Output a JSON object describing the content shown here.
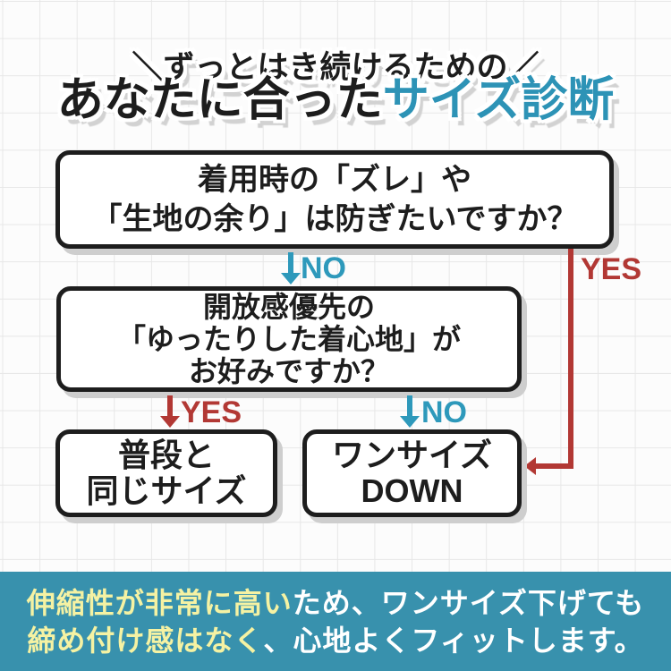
{
  "header": {
    "tagline": "＼ずっとはき続けるための／",
    "title": {
      "black": "あなたに合った",
      "accent": "サイズ診断"
    }
  },
  "flow": {
    "q1": {
      "lines": [
        "着用時の「ズレ」や",
        "「生地の余り」は防ぎたいですか？"
      ]
    },
    "q2": {
      "lines": [
        "開放感優先の",
        "「ゆったりした着心地」が",
        "お好みですか？"
      ]
    },
    "result_same": {
      "lines": [
        "普段と",
        "同じサイズ"
      ]
    },
    "result_down": {
      "lines": [
        "ワンサイズ",
        "DOWN"
      ]
    },
    "labels": {
      "q1_no": "NO",
      "q1_yes": "YES",
      "q2_yes": "YES",
      "q2_no": "NO"
    }
  },
  "banner": {
    "line1_highlight": "伸縮性が非常に高い",
    "line1_rest": "ため、ワンサイズ下げても",
    "line2_highlight": "締め付け感はなく",
    "line2_rest": "、心地よくフィットします。"
  },
  "colors": {
    "accent_teal": "#2d93b6",
    "arrow_teal": "#2e99bb",
    "arrow_red": "#b23834",
    "banner_bg": "#3891ad",
    "banner_highlight": "#f5f2a3"
  }
}
